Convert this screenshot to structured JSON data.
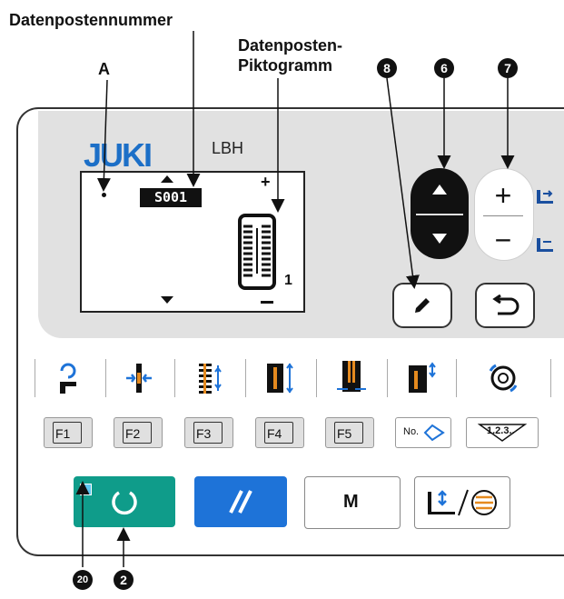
{
  "callouts": {
    "datenpostennummer": "Datenpostennummer",
    "piktogramm_line1": "Datenposten-",
    "piktogramm_line2": "Piktogramm",
    "a": "A"
  },
  "badges": {
    "b8": "8",
    "b6": "6",
    "b7": "7",
    "b20": "20",
    "b2": "2"
  },
  "panel": {
    "logo": "JUKI",
    "model": "LBH"
  },
  "lcd": {
    "item_number": "S001",
    "pictogram_value": "1"
  },
  "buttons": {
    "plus": "+",
    "minus": "−",
    "f1": "F1",
    "f2": "F2",
    "f3": "F3",
    "f4": "F4",
    "f5": "F5",
    "no": "No.",
    "counter": "1.2.3..",
    "m": "M"
  },
  "colors": {
    "teal": "#0f9c8a",
    "blue": "#1e73d8",
    "logo_blue": "#1c6fc7",
    "panel_gray": "#e1e1e1",
    "orange": "#e58a1f"
  }
}
